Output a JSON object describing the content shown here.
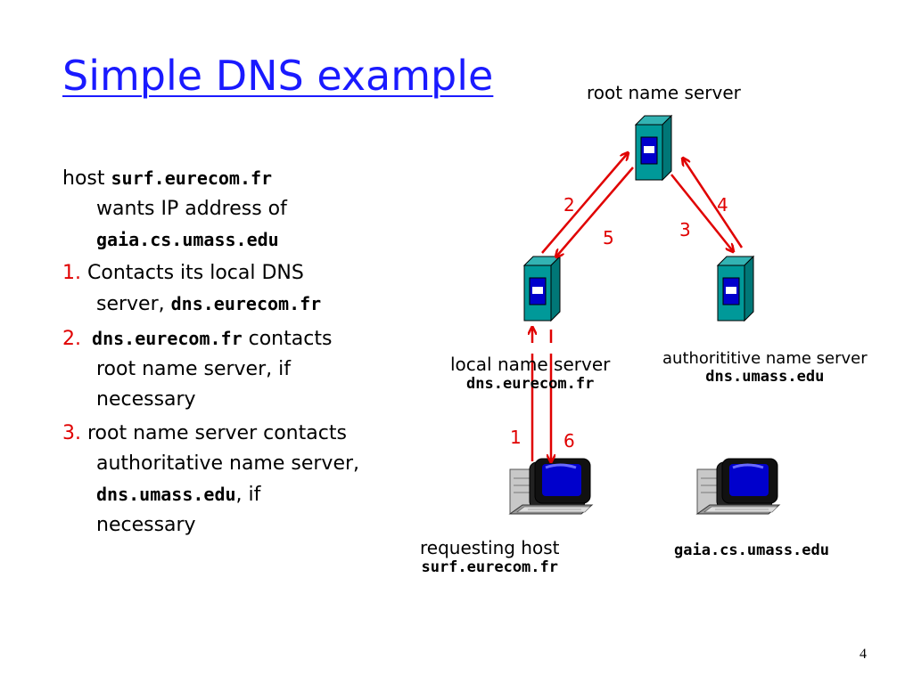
{
  "title": "Simple DNS example",
  "bullets": [
    {
      "num": "",
      "line1_text": "host ",
      "line1_mono": "surf.eurecom.fr",
      "line2": "wants IP address of",
      "line3_mono": "gaia.cs.umass.edu"
    },
    {
      "num": "1.",
      "line1": " Contacts its local DNS",
      "line2_text": "server, ",
      "line2_mono": "dns.eurecom.fr"
    },
    {
      "num": "2.",
      "line1_mono": " dns.eurecom.fr",
      "line1_text": " contacts",
      "line2": "root name server, if",
      "line3": "necessary"
    },
    {
      "num": "3.",
      "line1": " root name server contacts",
      "line2": "authoritative name server,",
      "line3_mono": "dns.umass.edu",
      "line3_text": ", if",
      "line4": "necessary"
    }
  ],
  "nodes": {
    "root": {
      "label": "root name server"
    },
    "local": {
      "label": "local name server",
      "host": "dns.eurecom.fr"
    },
    "auth": {
      "label": "authorititive name server",
      "host": "dns.umass.edu"
    },
    "requester": {
      "label": "requesting host",
      "host": "surf.eurecom.fr"
    },
    "target": {
      "host": "gaia.cs.umass.edu"
    }
  },
  "arrow_labels": [
    "1",
    "2",
    "3",
    "4",
    "5",
    "6"
  ],
  "page_number": "4",
  "colors": {
    "title": "#1a1aff",
    "arrow": "#e00000",
    "server": "#009999",
    "screen": "#0000cc"
  }
}
